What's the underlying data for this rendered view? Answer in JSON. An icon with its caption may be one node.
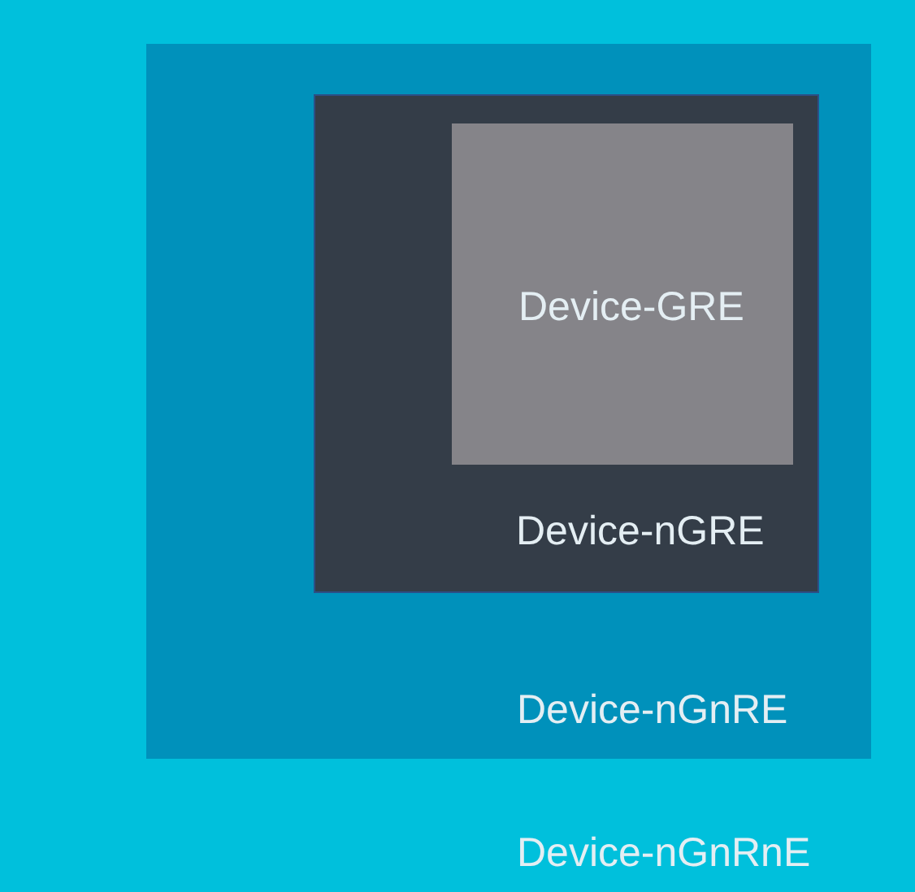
{
  "diagram": {
    "nodes": [
      {
        "text": [
          "Device-nGnRnE"
        ]
      },
      {
        "text": [
          "Device-nGnRE"
        ],
        "in": 0
      },
      {
        "text": [
          "Device-nGRE"
        ],
        "in": 1
      },
      {
        "text": [
          "Device-GRE"
        ],
        "in": 2
      }
    ]
  }
}
